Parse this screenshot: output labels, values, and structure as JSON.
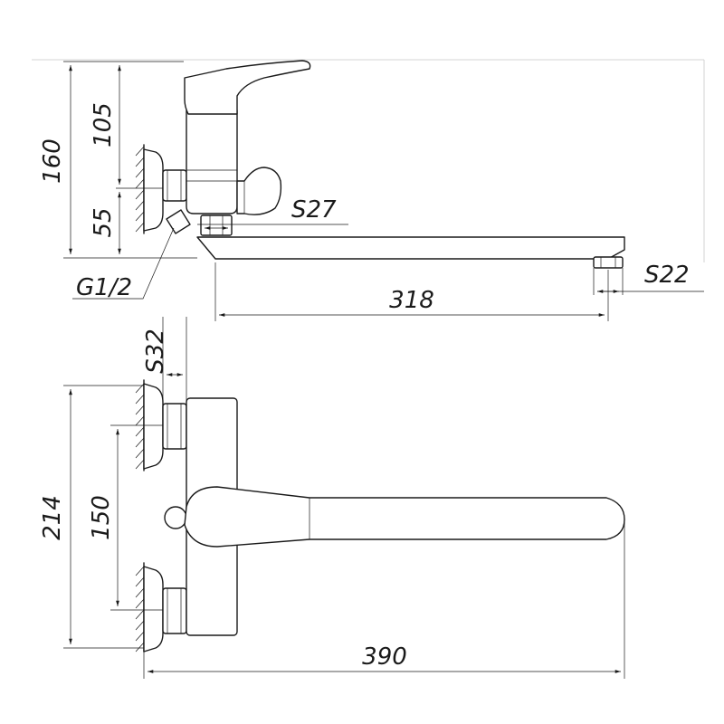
{
  "dimensions": {
    "overall_height": "160",
    "handle_height": "105",
    "inlet_height": "55",
    "inlet_thread": "G1/2",
    "spout_nut_size": "S27",
    "aerator_size": "S22",
    "spout_reach": "318",
    "connector_nut_size": "S32",
    "mount_span": "214",
    "center_distance": "150",
    "overall_length": "390"
  }
}
